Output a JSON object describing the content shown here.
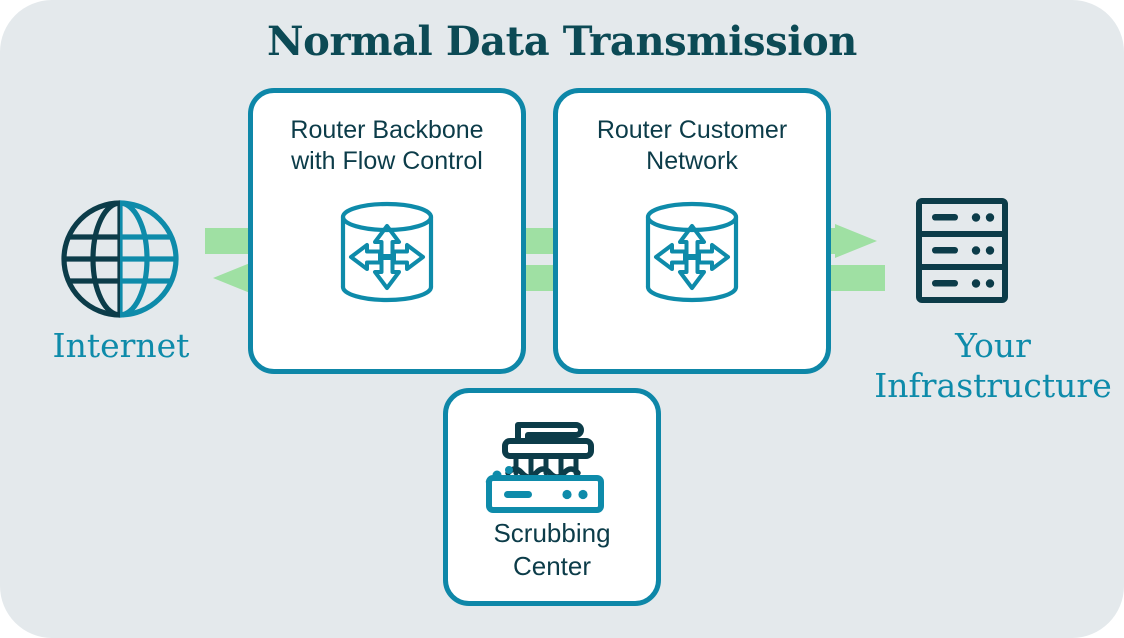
{
  "diagram": {
    "title": "Normal Data Transmission",
    "background_color": "#e4e9ec",
    "colors": {
      "title_text": "#0c4a55",
      "box_border": "#0e87a8",
      "box_fill": "#ffffff",
      "box_label_text": "#0c3c49",
      "endpoint_label_text": "#0e8baa",
      "flow_arrow": "#9fe0a3",
      "icon_dark_teal": "#0c3c49",
      "icon_light_teal": "#0e8baa"
    }
  },
  "endpoints": {
    "left": {
      "label": "Internet",
      "icon": "globe-icon"
    },
    "right": {
      "label_line1": "Your",
      "label_line2": "Infrastructure",
      "icon": "server-rack-icon"
    }
  },
  "stages": [
    {
      "id": "backbone",
      "label_line1": "Router Backbone",
      "label_line2": "with Flow Control",
      "icon": "router-icon"
    },
    {
      "id": "customer",
      "label_line1": "Router Customer",
      "label_line2": "Network",
      "icon": "router-icon"
    },
    {
      "id": "scrubbing",
      "label_line1": "Scrubbing",
      "label_line2": "Center",
      "icon": "scrubbing-brush-server-icon"
    }
  ],
  "flows": [
    {
      "id": "outbound-to-infrastructure",
      "direction": "right",
      "arrowhead": "right",
      "color": "#9fe0a3"
    },
    {
      "id": "inbound-to-internet",
      "direction": "left",
      "arrowhead": "left",
      "color": "#9fe0a3"
    }
  ]
}
